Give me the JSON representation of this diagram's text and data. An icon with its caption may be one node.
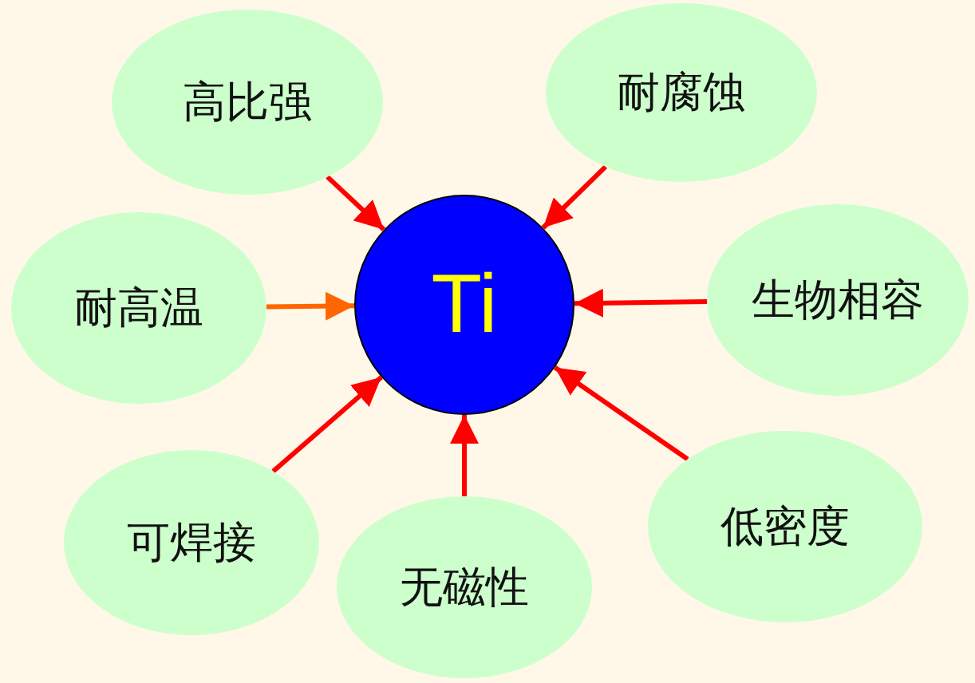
{
  "diagram": {
    "nodes": [
      {
        "text": [
          "Ti"
        ]
      },
      {
        "text": [
          "高比强"
        ]
      },
      {
        "text": [
          "耐腐蚀"
        ]
      },
      {
        "text": [
          "耐高温"
        ]
      },
      {
        "text": [
          "生物相容"
        ]
      },
      {
        "text": [
          "可焊接"
        ]
      },
      {
        "text": [
          "无磁性"
        ]
      },
      {
        "text": [
          "低密度"
        ]
      }
    ],
    "edges": [
      {
        "from": 1,
        "to": 0,
        "arrow": "to"
      },
      {
        "from": 2,
        "to": 0,
        "arrow": "to"
      },
      {
        "from": 3,
        "to": 0,
        "arrow": "to",
        "color": "#ff6600"
      },
      {
        "from": 4,
        "to": 0,
        "arrow": "to"
      },
      {
        "from": 5,
        "to": 0,
        "arrow": "to"
      },
      {
        "from": 6,
        "to": 0,
        "arrow": "to"
      },
      {
        "from": 7,
        "to": 0,
        "arrow": "to"
      }
    ]
  }
}
